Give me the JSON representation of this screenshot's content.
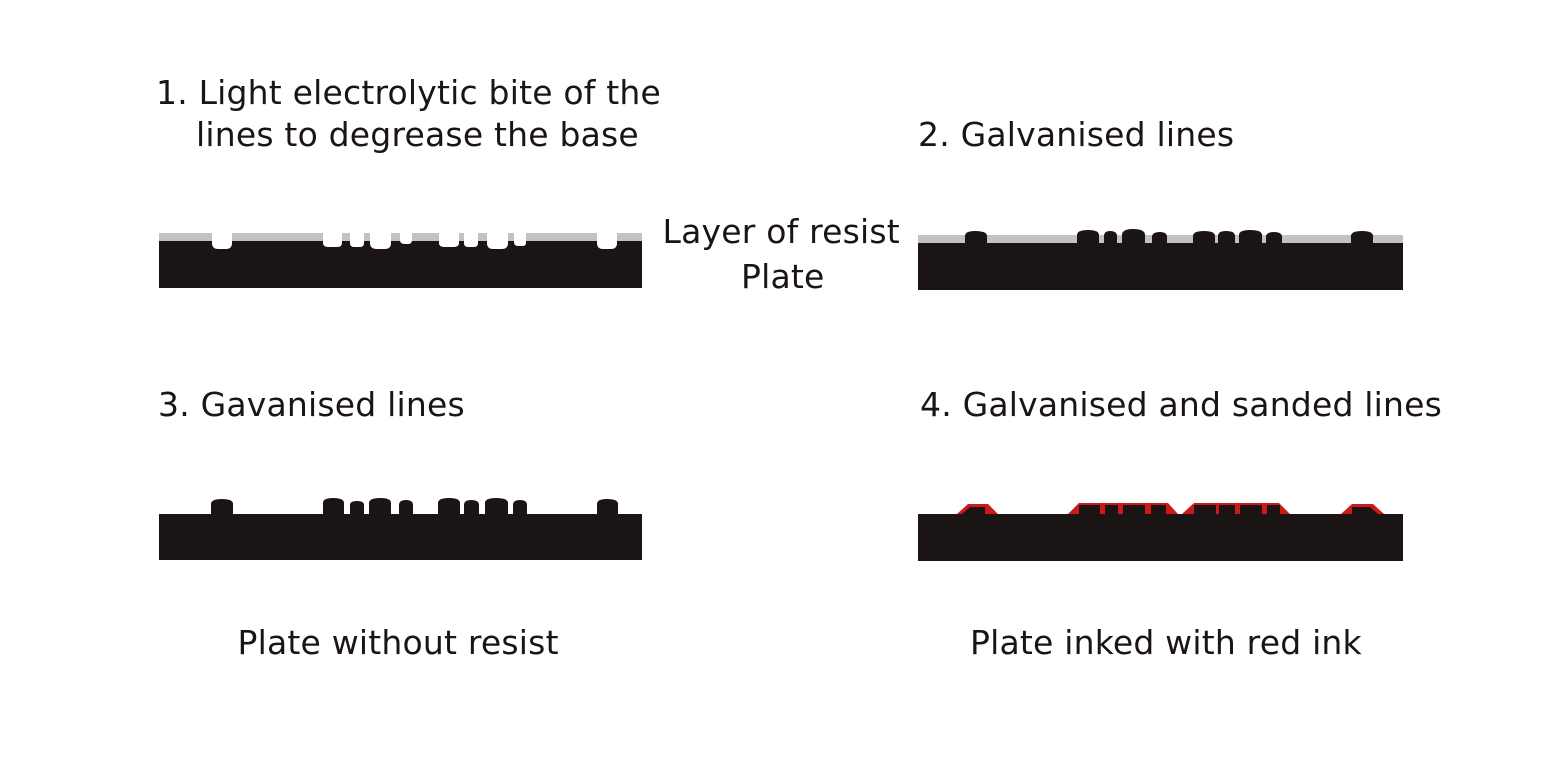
{
  "colors": {
    "plate": "#1a1414",
    "resist": "#c2c2c2",
    "ink": "#cc1a1a",
    "background": "#ffffff"
  },
  "step1": {
    "title_line1": "1. Light electrolytic bite of the",
    "title_line2": "lines to degrease the base"
  },
  "step2": {
    "title": "2. Galvanised lines"
  },
  "step3": {
    "title": "3. Gavanised lines",
    "caption": "Plate without resist"
  },
  "step4": {
    "title": "4. Galvanised and sanded lines",
    "caption": "Plate inked with red ink"
  },
  "legend": {
    "resist_label": "Layer of resist",
    "plate_label": "Plate"
  }
}
